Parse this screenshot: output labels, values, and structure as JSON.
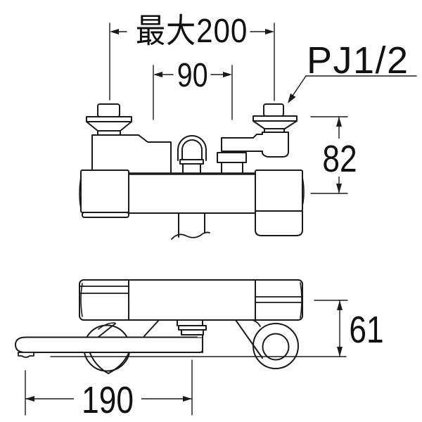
{
  "drawing": {
    "type": "technical-dimension-drawing",
    "subject": "wall-mount thermostatic shower mixer faucet, front view and plan view",
    "background_color": "#ffffff",
    "line_color": "#1a1a1a"
  },
  "dimensions": {
    "max_width": {
      "label": "最大200",
      "meaning": "maximum mounting pitch",
      "view": "front"
    },
    "pitch": {
      "label": "90",
      "meaning": "inner pitch",
      "view": "front"
    },
    "thread": {
      "label": "PJ1/2",
      "meaning": "pipe thread size callout",
      "view": "front"
    },
    "height": {
      "label": "82",
      "meaning": "height from body to leg top",
      "view": "front"
    },
    "depth": {
      "label": "61",
      "meaning": "depth from wall line to body front",
      "view": "plan"
    },
    "spout_length": {
      "label": "190",
      "meaning": "spout reach",
      "view": "plan"
    }
  }
}
